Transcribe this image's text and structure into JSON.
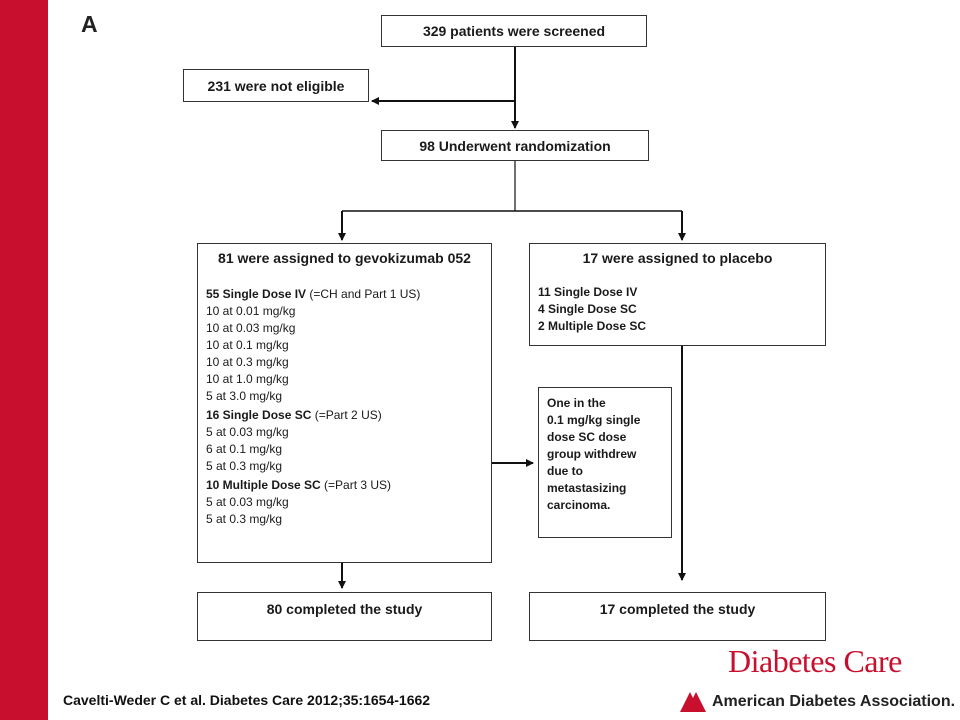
{
  "panel_letter": "A",
  "screened": "329 patients were screened",
  "not_eligible": "231 were not eligible",
  "randomized": "98 Underwent randomization",
  "gevokizumab": {
    "title": "81 were assigned to gevokizumab 052",
    "iv_heading": "55 Single Dose IV",
    "iv_note": " (=CH and Part 1 US)",
    "iv_doses": [
      "10 at 0.01 mg/kg",
      "10 at 0.03 mg/kg",
      "10 at 0.1 mg/kg",
      "10 at 0.3 mg/kg",
      "10 at 1.0 mg/kg",
      "5 at 3.0 mg/kg"
    ],
    "sc_heading": "16 Single Dose SC",
    "sc_note": " (=Part 2 US)",
    "sc_doses": [
      "5 at 0.03 mg/kg",
      "6 at 0.1 mg/kg",
      "5 at 0.3 mg/kg"
    ],
    "msc_heading": "10 Multiple Dose SC",
    "msc_note": " (=Part 3 US)",
    "msc_doses": [
      "5 at 0.03 mg/kg",
      "5 at 0.3 mg/kg"
    ]
  },
  "placebo": {
    "title": "17 were assigned to placebo",
    "lines": [
      "11 Single Dose IV",
      "4 Single Dose SC",
      "2 Multiple Dose SC"
    ]
  },
  "withdrawal": [
    "One in the",
    "0.1 mg/kg single",
    "dose SC dose",
    "group withdrew",
    "due to",
    "metastasizing",
    "carcinoma."
  ],
  "completed_left": "80 completed the study",
  "completed_right": "17 completed the study",
  "citation": "Cavelti-Weder C et al. Diabetes Care 2012;35:1654-1662",
  "journal": "Diabetes Care",
  "association": "American Diabetes Association.",
  "colors": {
    "brand_red": "#c8102e"
  }
}
